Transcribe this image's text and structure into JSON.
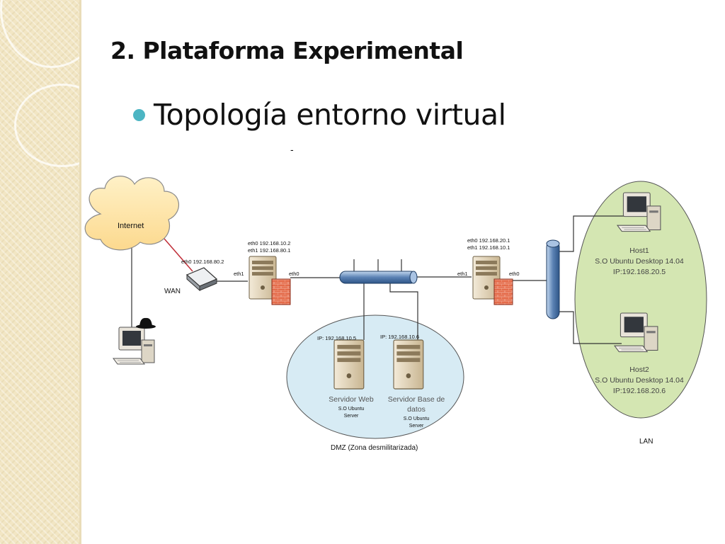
{
  "slide": {
    "title": "2. Plataforma Experimental",
    "bullet": "Topología entorno virtual",
    "stray_mark": "-"
  },
  "colors": {
    "sidebar": "#f2e6c4",
    "bullet": "#4cb5c3",
    "cloud": "#fde5a8",
    "zone_fill": "#d7ebf4",
    "lan_fill": "#d4e6b2",
    "host_text": "#3b3b3b"
  },
  "diagram": {
    "internet": "Internet",
    "wan": "WAN",
    "router_eth0": "eth0 192.168.80.2",
    "fw1": {
      "eth0": "eth0 192.168.10.2",
      "eth1": "eth1 192.168.80.1",
      "port_left": "eth1",
      "port_right": "eth0"
    },
    "fw2": {
      "eth0": "eth0 192.168.20.1",
      "eth1": "eth1 192.168.10.1",
      "port_left": "eth1",
      "port_right": "eth0"
    },
    "dmz": {
      "label": "DMZ (Zona desmilitarizada)",
      "web": {
        "ip": "IP: 192.168.10.5",
        "name": "Servidor Web",
        "os1": "S.O Ubuntu",
        "os2": "Server"
      },
      "db": {
        "ip": "IP: 192.168.10.6",
        "name1": "Servidor Base de",
        "name2": "datos",
        "os1": "S.O Ubuntu",
        "os2": "Server"
      }
    },
    "lan": {
      "label": "LAN",
      "host1": {
        "name": "Host1",
        "os": "S.O Ubuntu Desktop 14.04",
        "ip": "IP:192.168.20.5"
      },
      "host2": {
        "name": "Host2",
        "os": "S.O Ubuntu Desktop 14.04",
        "ip": "IP:192.168.20.6"
      }
    }
  }
}
